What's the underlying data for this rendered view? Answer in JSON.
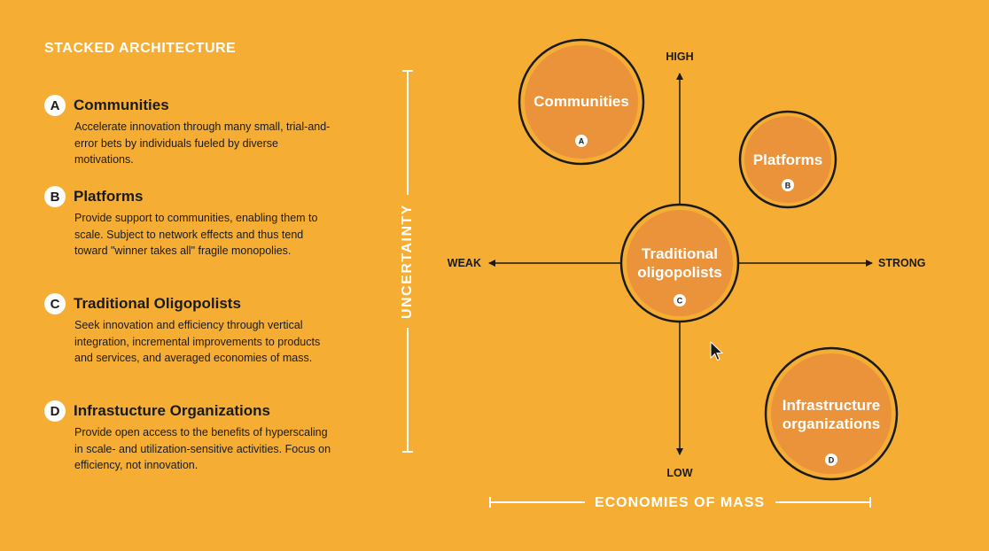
{
  "heading": "STACKED ARCHITECTURE",
  "items": [
    {
      "letter": "A",
      "title": "Communities",
      "desc": "Accelerate innovation through many small, trial-and-error bets by individuals fueled by diverse motivations."
    },
    {
      "letter": "B",
      "title": "Platforms",
      "desc": "Provide support to communities, enabling them to scale. Subject to network effects and thus tend toward \"winner takes all\" fragile monopolies."
    },
    {
      "letter": "C",
      "title": "Traditional Oligopolists",
      "desc": "Seek innovation and efficiency through vertical integration, incremental improvements to products and services, and averaged economies of mass."
    },
    {
      "letter": "D",
      "title": "Infrastucture Organizations",
      "desc": "Provide open access to the benefits of hyperscaling in scale- and utilization-sensitive activities. Focus on efficiency, not innovation."
    }
  ],
  "axes": {
    "vertical_title": "UNCERTAINTY",
    "horizontal_title": "ECONOMIES OF MASS",
    "high": "HIGH",
    "low": "LOW",
    "weak": "WEAK",
    "strong": "STRONG"
  },
  "nodes": [
    {
      "letter": "A",
      "line1": "Communities",
      "line2": ""
    },
    {
      "letter": "B",
      "line1": "Platforms",
      "line2": ""
    },
    {
      "letter": "C",
      "line1": "Traditional",
      "line2": "oligopolists"
    },
    {
      "letter": "D",
      "line1": "Infrastructure",
      "line2": "organizations"
    }
  ],
  "colors": {
    "background": "#F5AE33",
    "node_fill": "#EB933A",
    "text_light": "#FFFFFF",
    "text_dark": "#1A1A1A"
  }
}
